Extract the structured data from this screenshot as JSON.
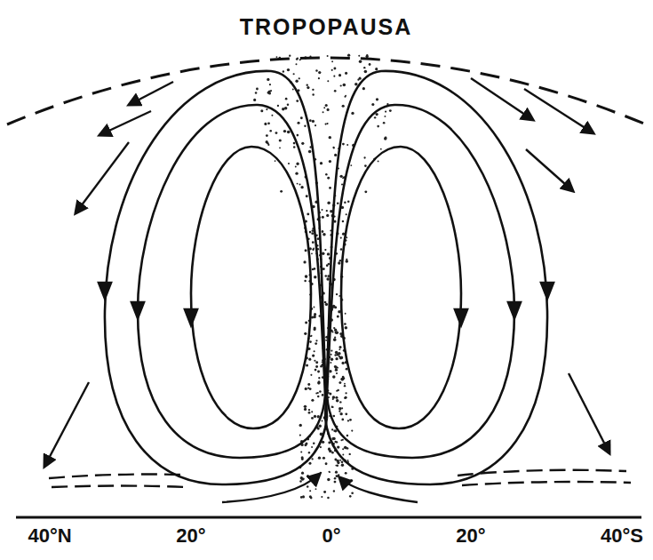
{
  "diagram": {
    "labels": [
      "TROPOPAUSA",
      "40°N",
      "20°",
      "0°",
      "20°",
      "40°S"
    ]
  }
}
